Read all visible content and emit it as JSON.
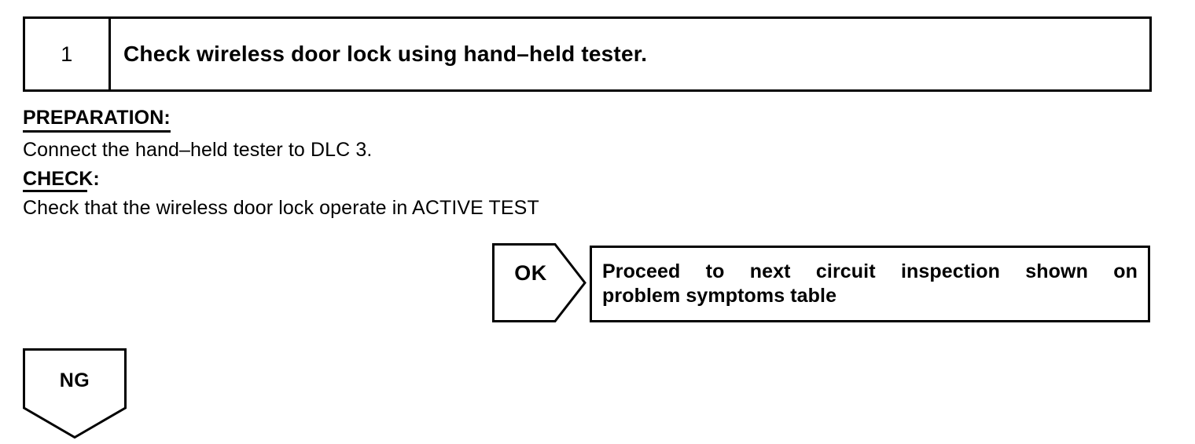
{
  "step": {
    "number": "1",
    "title": "Check wireless door lock using hand–held tester."
  },
  "preparation": {
    "heading": "PREPARATION:",
    "body": "Connect the hand–held tester to DLC 3."
  },
  "check": {
    "heading": "CHECK:",
    "body": "Check that the wireless door lock operate in ACTIVE TEST"
  },
  "branches": {
    "ok": {
      "label": "OK",
      "result_line_1": "Proceed to next circuit inspection shown on",
      "result_line_2": "problem symptoms table"
    },
    "ng": {
      "label": "NG"
    }
  },
  "colors": {
    "ink": "#000000",
    "paper": "#ffffff"
  }
}
